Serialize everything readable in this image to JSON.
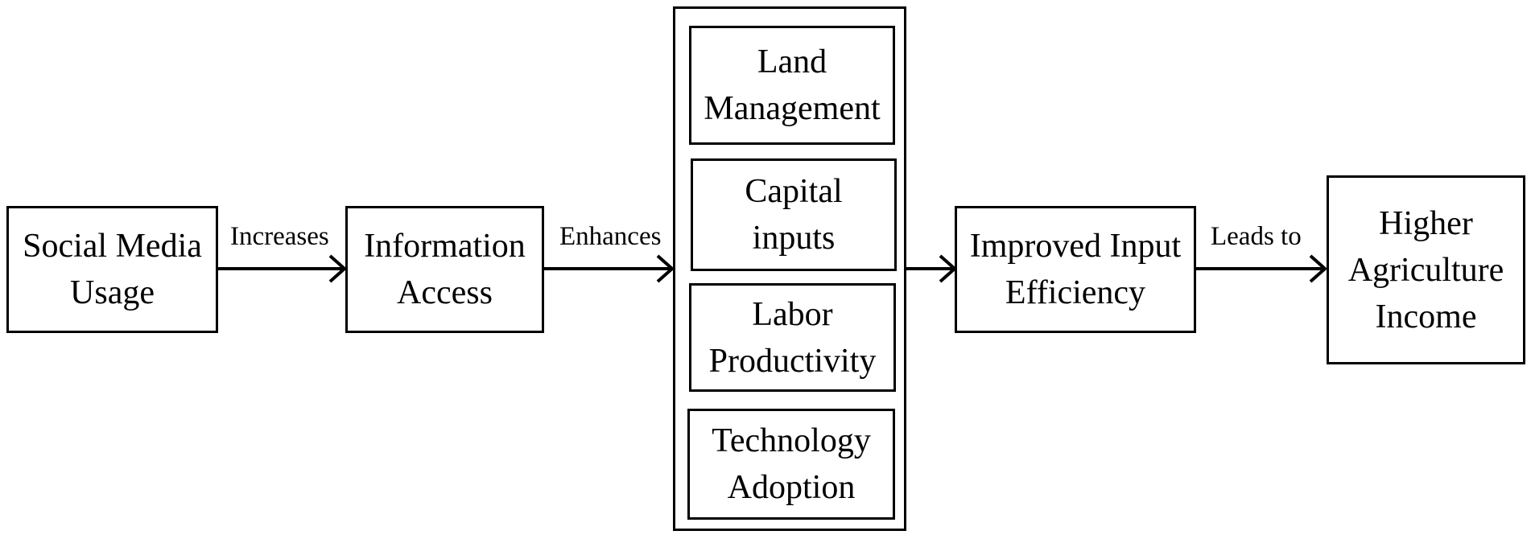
{
  "nodes": {
    "social_media_usage": [
      "Social Media",
      "Usage"
    ],
    "information_access": [
      "Information",
      "Access"
    ],
    "land_management": [
      "Land",
      "Management"
    ],
    "capital_inputs": [
      "Capital",
      "inputs"
    ],
    "labor_productivity": [
      "Labor",
      "Productivity"
    ],
    "technology_adoption": [
      "Technology",
      "Adoption"
    ],
    "improved_input_efficiency": [
      "Improved Input",
      "Efficiency"
    ],
    "higher_agriculture_income": [
      "Higher",
      "Agriculture",
      "Income"
    ]
  },
  "edges": {
    "increases": "Increases",
    "enhances": "Enhances",
    "leads_to": "Leads to"
  },
  "colors": {
    "stroke": "#000000",
    "background": "#ffffff"
  }
}
